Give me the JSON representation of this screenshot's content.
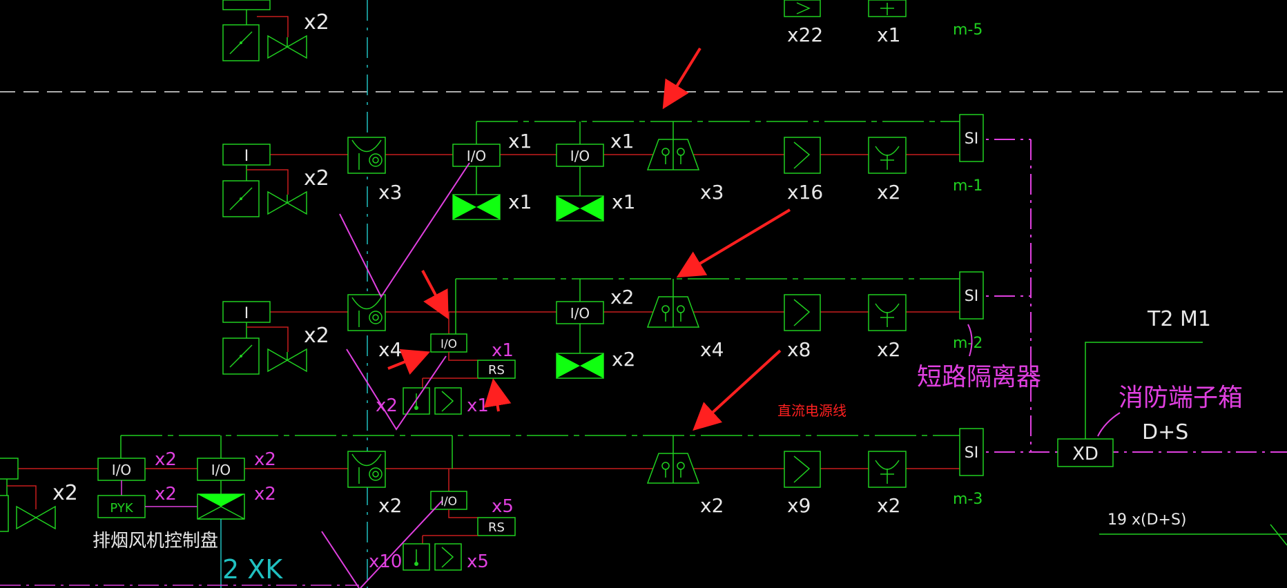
{
  "labels": {
    "x22": "x22",
    "x1": "x1",
    "m5": "m-5",
    "x2": "x2",
    "x3": "x3",
    "x4": "x4",
    "x5": "x5",
    "x8": "x8",
    "x9": "x9",
    "x10": "x10",
    "x16": "x16",
    "io": "I/O",
    "i": "I",
    "rs": "RS",
    "si": "SI",
    "xd": "XD",
    "pyk": "PYK",
    "m1": "m-1",
    "m2": "m-2",
    "m3": "m-3",
    "t2m1": "T2 M1",
    "isolator": "短路隔离器",
    "fire_box": "消防端子箱",
    "ds": "D+S",
    "dc_power": "直流电源线",
    "fan_panel": "排烟风机控制盘",
    "xk": "2 XK",
    "bus19": "19 x(D+S)"
  },
  "colors": {
    "background": "#000000",
    "device_green": "#20d020",
    "fill_green": "#10ff10",
    "signal_red": "#c81e1e",
    "annot_magenta": "#e040e0",
    "arrow_red": "#ff2020",
    "text_white": "#e8e8e8",
    "riser_cyan": "#20c0c0"
  }
}
